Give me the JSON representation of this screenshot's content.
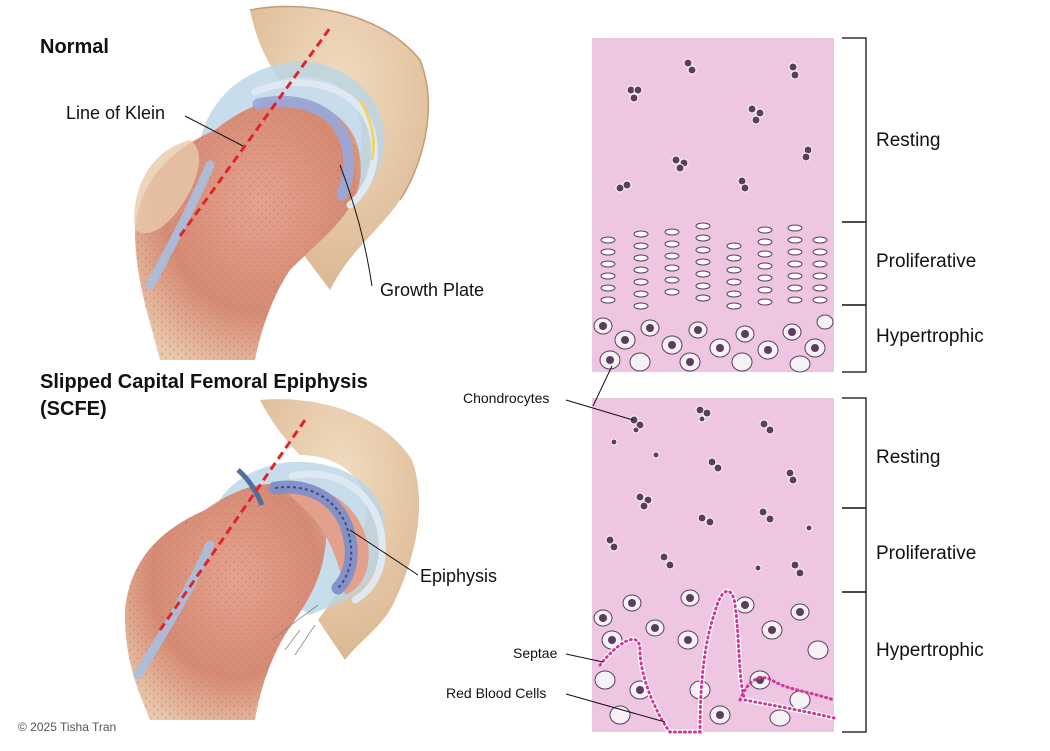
{
  "normal": {
    "title": "Normal",
    "line_label": "Line of Klein",
    "plate_label": "Growth Plate"
  },
  "scfe": {
    "title_line1": "Slipped Capital Femoral Epiphysis",
    "title_line2": "(SCFE)",
    "epiphysis_label": "Epiphysis"
  },
  "histology_top": {
    "zones": [
      "Resting",
      "Proliferative",
      "Hypertrophic"
    ]
  },
  "histology_bottom": {
    "zones": [
      "Resting",
      "Proliferative",
      "Hypertrophic"
    ]
  },
  "annotations": {
    "chondrocytes": "Chondrocytes",
    "septae": "Septae",
    "red_blood_cells": "Red Blood Cells"
  },
  "credit": "© 2025 Tisha Tran",
  "colors": {
    "tissue": "#eec6e1",
    "cell_nucleus": "#5a3e5e",
    "blood_cell": "#d6339a",
    "klein_line": "#e0242a",
    "bone": "#d99a86",
    "cartilage": "#b9d4e6"
  }
}
